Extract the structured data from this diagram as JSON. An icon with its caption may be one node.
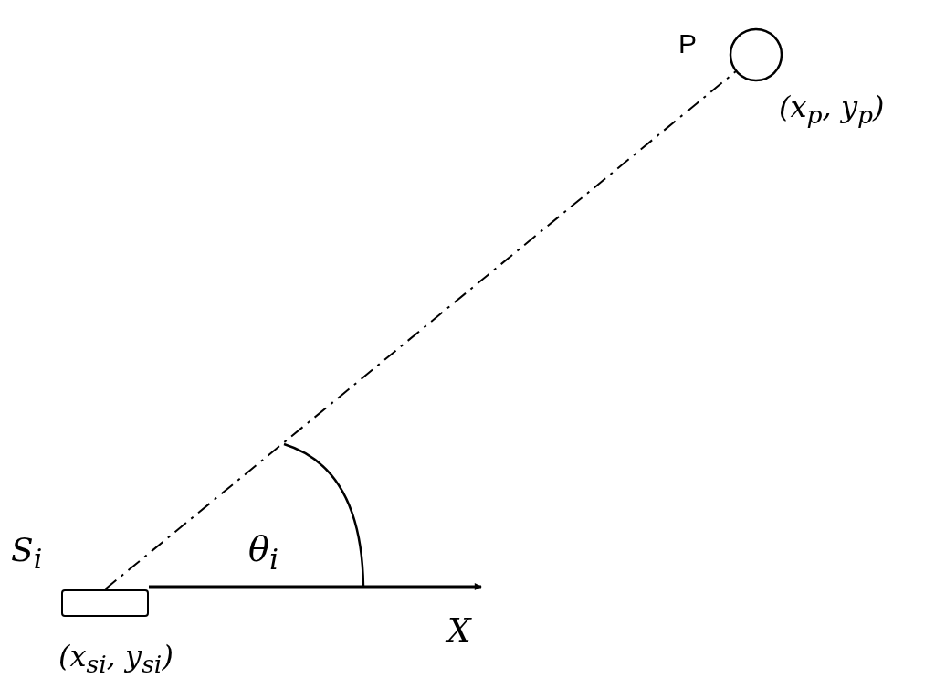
{
  "diagram": {
    "nodes": [
      {
        "text": [
          "P"
        ],
        "beside": [
          "(x$_{p}$, y$_{p}$)"
        ]
      },
      {
        "text": [
          "S$_{i}$"
        ],
        "beside": [
          "(x$_{si}$, y$_{si}$)"
        ]
      }
    ],
    "edges": [
      {
        "from": 1,
        "to": 0,
        "arrow": "none",
        "style": "dashed"
      }
    ],
    "labels": [
      "θ$_{i}$",
      "X"
    ]
  }
}
